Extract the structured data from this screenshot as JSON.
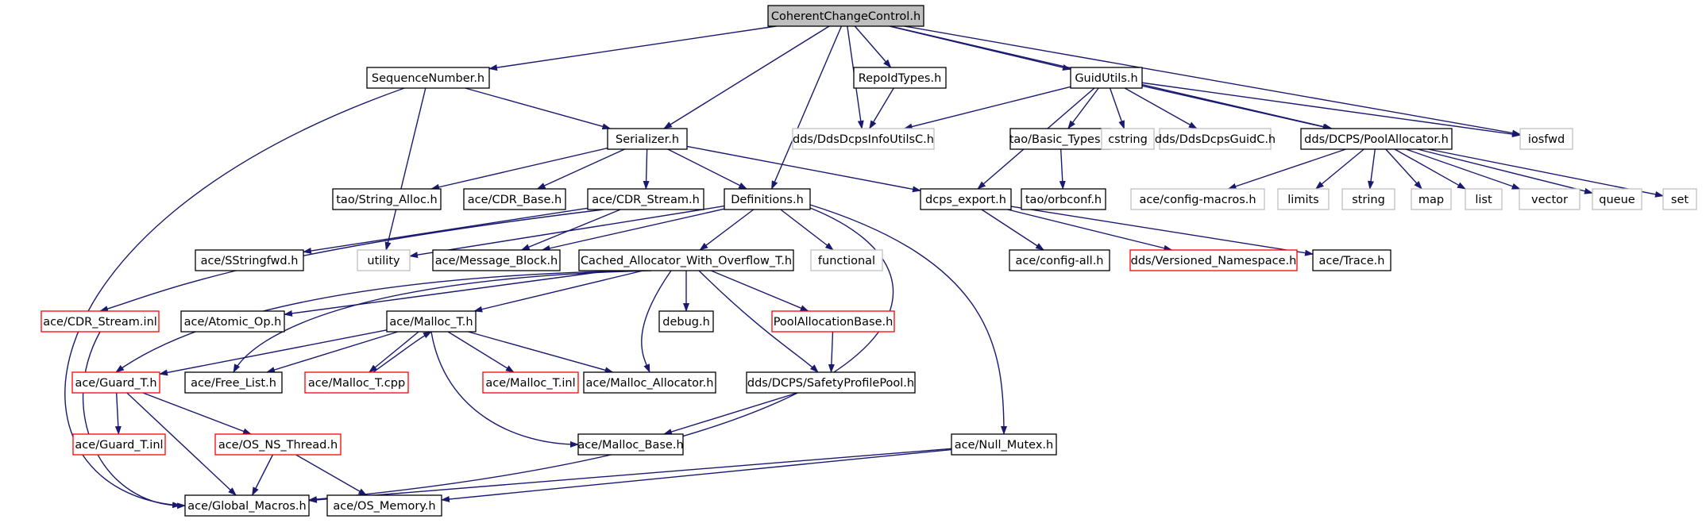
{
  "colors": {
    "edge": "#191970",
    "root_fill": "#bfbfbf",
    "normal_border": "#000000",
    "truncated_border": "#ff0000",
    "system_border": "#bfbfbf",
    "background": "#ffffff"
  },
  "nodes": [
    {
      "id": "n0",
      "label": "CoherentChangeControl.h",
      "kind": "root"
    },
    {
      "id": "n1",
      "label": "SequenceNumber.h",
      "kind": "normal"
    },
    {
      "id": "n2",
      "label": "RepoIdTypes.h",
      "kind": "normal"
    },
    {
      "id": "n3",
      "label": "GuidUtils.h",
      "kind": "normal"
    },
    {
      "id": "n4",
      "label": "dds/DdsDcpsInfoUtilsC.h",
      "kind": "system"
    },
    {
      "id": "n5",
      "label": "Serializer.h",
      "kind": "normal"
    },
    {
      "id": "n6",
      "label": "tao/Basic_Types.h",
      "kind": "normal"
    },
    {
      "id": "n7",
      "label": "cstring",
      "kind": "system"
    },
    {
      "id": "n8",
      "label": "dds/DdsDcpsGuidC.h",
      "kind": "system"
    },
    {
      "id": "n9",
      "label": "dds/DCPS/PoolAllocator.h",
      "kind": "normal"
    },
    {
      "id": "n10",
      "label": "iosfwd",
      "kind": "system"
    },
    {
      "id": "n11",
      "label": "tao/String_Alloc.h",
      "kind": "normal"
    },
    {
      "id": "n12",
      "label": "ace/CDR_Base.h",
      "kind": "normal"
    },
    {
      "id": "n13",
      "label": "ace/CDR_Stream.h",
      "kind": "normal"
    },
    {
      "id": "n14",
      "label": "Definitions.h",
      "kind": "normal"
    },
    {
      "id": "n15",
      "label": "dcps_export.h",
      "kind": "normal"
    },
    {
      "id": "n16",
      "label": "tao/orbconf.h",
      "kind": "normal"
    },
    {
      "id": "n17",
      "label": "ace/config-macros.h",
      "kind": "system"
    },
    {
      "id": "n18",
      "label": "limits",
      "kind": "system"
    },
    {
      "id": "n19",
      "label": "string",
      "kind": "system"
    },
    {
      "id": "n20",
      "label": "map",
      "kind": "system"
    },
    {
      "id": "n21",
      "label": "list",
      "kind": "system"
    },
    {
      "id": "n22",
      "label": "vector",
      "kind": "system"
    },
    {
      "id": "n23",
      "label": "queue",
      "kind": "system"
    },
    {
      "id": "n24",
      "label": "set",
      "kind": "system"
    },
    {
      "id": "n25",
      "label": "ace/SStringfwd.h",
      "kind": "normal"
    },
    {
      "id": "n26",
      "label": "utility",
      "kind": "system"
    },
    {
      "id": "n27",
      "label": "ace/Message_Block.h",
      "kind": "normal"
    },
    {
      "id": "n28",
      "label": "Cached_Allocator_With_Overflow_T.h",
      "kind": "normal"
    },
    {
      "id": "n29",
      "label": "functional",
      "kind": "system"
    },
    {
      "id": "n30",
      "label": "ace/config-all.h",
      "kind": "normal"
    },
    {
      "id": "n31",
      "label": "dds/Versioned_Namespace.h",
      "kind": "truncated"
    },
    {
      "id": "n32",
      "label": "ace/Trace.h",
      "kind": "normal"
    },
    {
      "id": "n33",
      "label": "ace/CDR_Stream.inl",
      "kind": "truncated"
    },
    {
      "id": "n34",
      "label": "ace/Atomic_Op.h",
      "kind": "normal"
    },
    {
      "id": "n35",
      "label": "ace/Malloc_T.h",
      "kind": "normal"
    },
    {
      "id": "n36",
      "label": "debug.h",
      "kind": "normal"
    },
    {
      "id": "n37",
      "label": "PoolAllocationBase.h",
      "kind": "truncated"
    },
    {
      "id": "n38",
      "label": "ace/Guard_T.h",
      "kind": "truncated"
    },
    {
      "id": "n39",
      "label": "ace/Free_List.h",
      "kind": "normal"
    },
    {
      "id": "n40",
      "label": "ace/Malloc_T.cpp",
      "kind": "truncated"
    },
    {
      "id": "n41",
      "label": "ace/Malloc_T.inl",
      "kind": "truncated"
    },
    {
      "id": "n42",
      "label": "ace/Malloc_Allocator.h",
      "kind": "normal"
    },
    {
      "id": "n43",
      "label": "dds/DCPS/SafetyProfilePool.h",
      "kind": "normal"
    },
    {
      "id": "n44",
      "label": "ace/Guard_T.inl",
      "kind": "truncated"
    },
    {
      "id": "n45",
      "label": "ace/OS_NS_Thread.h",
      "kind": "truncated"
    },
    {
      "id": "n46",
      "label": "ace/Malloc_Base.h",
      "kind": "normal"
    },
    {
      "id": "n47",
      "label": "ace/Null_Mutex.h",
      "kind": "normal"
    },
    {
      "id": "n48",
      "label": "ace/Global_Macros.h",
      "kind": "normal"
    },
    {
      "id": "n49",
      "label": "ace/OS_Memory.h",
      "kind": "normal"
    }
  ],
  "edges": [
    [
      "n0",
      "n1"
    ],
    [
      "n0",
      "n5"
    ],
    [
      "n0",
      "n14"
    ],
    [
      "n0",
      "n4"
    ],
    [
      "n0",
      "n2"
    ],
    [
      "n0",
      "n3"
    ],
    [
      "n0",
      "n9"
    ],
    [
      "n0",
      "n10"
    ],
    [
      "n1",
      "n48"
    ],
    [
      "n1",
      "n26"
    ],
    [
      "n1",
      "n5"
    ],
    [
      "n2",
      "n4"
    ],
    [
      "n3",
      "n4"
    ],
    [
      "n3",
      "n15"
    ],
    [
      "n3",
      "n6"
    ],
    [
      "n3",
      "n7"
    ],
    [
      "n3",
      "n8"
    ],
    [
      "n3",
      "n9"
    ],
    [
      "n3",
      "n10"
    ],
    [
      "n6",
      "n16"
    ],
    [
      "n5",
      "n11"
    ],
    [
      "n5",
      "n12"
    ],
    [
      "n5",
      "n13"
    ],
    [
      "n5",
      "n14"
    ],
    [
      "n5",
      "n15"
    ],
    [
      "n13",
      "n25"
    ],
    [
      "n13",
      "n27"
    ],
    [
      "n13",
      "n33"
    ],
    [
      "n14",
      "n26"
    ],
    [
      "n14",
      "n27"
    ],
    [
      "n14",
      "n28"
    ],
    [
      "n14",
      "n29"
    ],
    [
      "n14",
      "n48"
    ],
    [
      "n14",
      "n47"
    ],
    [
      "n15",
      "n30"
    ],
    [
      "n15",
      "n31"
    ],
    [
      "n15",
      "n32"
    ],
    [
      "n9",
      "n17"
    ],
    [
      "n9",
      "n18"
    ],
    [
      "n9",
      "n19"
    ],
    [
      "n9",
      "n20"
    ],
    [
      "n9",
      "n21"
    ],
    [
      "n9",
      "n22"
    ],
    [
      "n9",
      "n23"
    ],
    [
      "n9",
      "n24"
    ],
    [
      "n28",
      "n34"
    ],
    [
      "n28",
      "n38"
    ],
    [
      "n28",
      "n39"
    ],
    [
      "n28",
      "n35"
    ],
    [
      "n28",
      "n42"
    ],
    [
      "n28",
      "n36"
    ],
    [
      "n28",
      "n37"
    ],
    [
      "n28",
      "n43"
    ],
    [
      "n33",
      "n48"
    ],
    [
      "n35",
      "n38"
    ],
    [
      "n35",
      "n39"
    ],
    [
      "n35",
      "n40"
    ],
    [
      "n35",
      "n41"
    ],
    [
      "n35",
      "n42"
    ],
    [
      "n35",
      "n46"
    ],
    [
      "n40",
      "n35"
    ],
    [
      "n37",
      "n43"
    ],
    [
      "n43",
      "n46"
    ],
    [
      "n38",
      "n44"
    ],
    [
      "n38",
      "n45"
    ],
    [
      "n38",
      "n48"
    ],
    [
      "n45",
      "n48"
    ],
    [
      "n45",
      "n49"
    ],
    [
      "n47",
      "n48"
    ],
    [
      "n47",
      "n49"
    ]
  ]
}
